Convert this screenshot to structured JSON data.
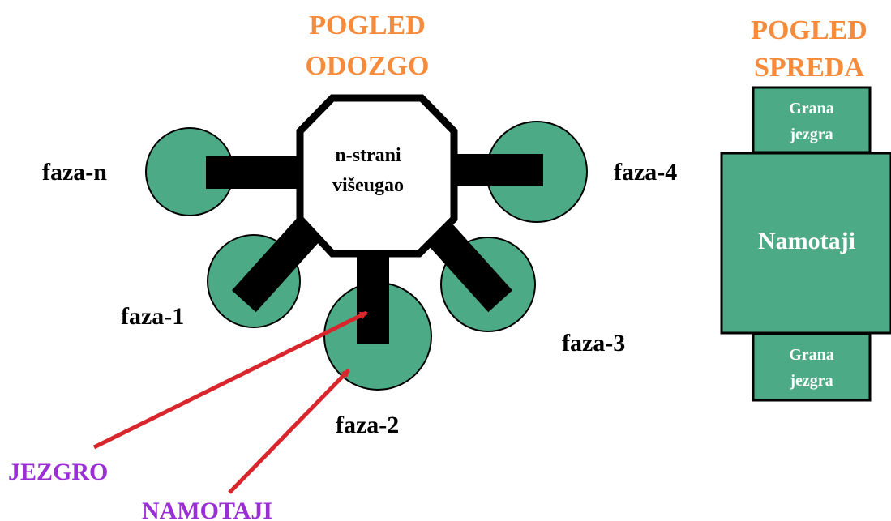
{
  "colors": {
    "winding_green": "#4daa86",
    "core_black": "#000000",
    "heading_orange": "#f68b3c",
    "callout_purple": "#9b2fd6",
    "arrow_red": "#d9262c",
    "label_white": "#ffffff"
  },
  "top_view": {
    "heading_line1": "POGLED",
    "heading_line2": "ODOZGO",
    "center_label_line1": "n-strani",
    "center_label_line2": "višeugao",
    "phase_labels": {
      "faza_n": "faza-n",
      "faza_1": "faza-1",
      "faza_2": "faza-2",
      "faza_3": "faza-3",
      "faza_4": "faza-4"
    }
  },
  "front_view": {
    "heading_line1": "POGLED",
    "heading_line2": "SPREDA",
    "top_limb_line1": "Grana",
    "top_limb_line2": "jezgra",
    "windings_label": "Namotaji",
    "bottom_limb_line1": "Grana",
    "bottom_limb_line2": "jezgra"
  },
  "callouts": {
    "core": "JEZGRO",
    "windings": "NAMOTAJI"
  }
}
